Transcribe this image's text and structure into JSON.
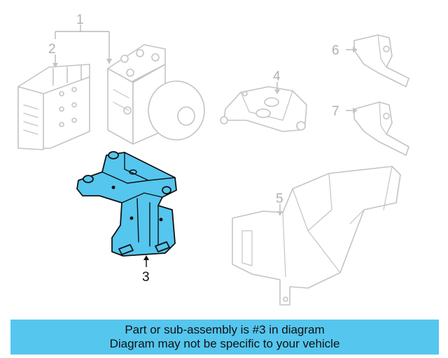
{
  "diagram": {
    "callouts": {
      "c1": "1",
      "c2": "2",
      "c3": "3",
      "c4": "4",
      "c5": "5",
      "c6": "6",
      "c7": "7"
    },
    "highlight_color": "#55c6ee",
    "ghost_color": "#c4c4c4"
  },
  "banner": {
    "line1": "Part or sub-assembly is #3 in diagram",
    "line2": "Diagram may not be specific to your vehicle",
    "color": "#55c6ee"
  }
}
